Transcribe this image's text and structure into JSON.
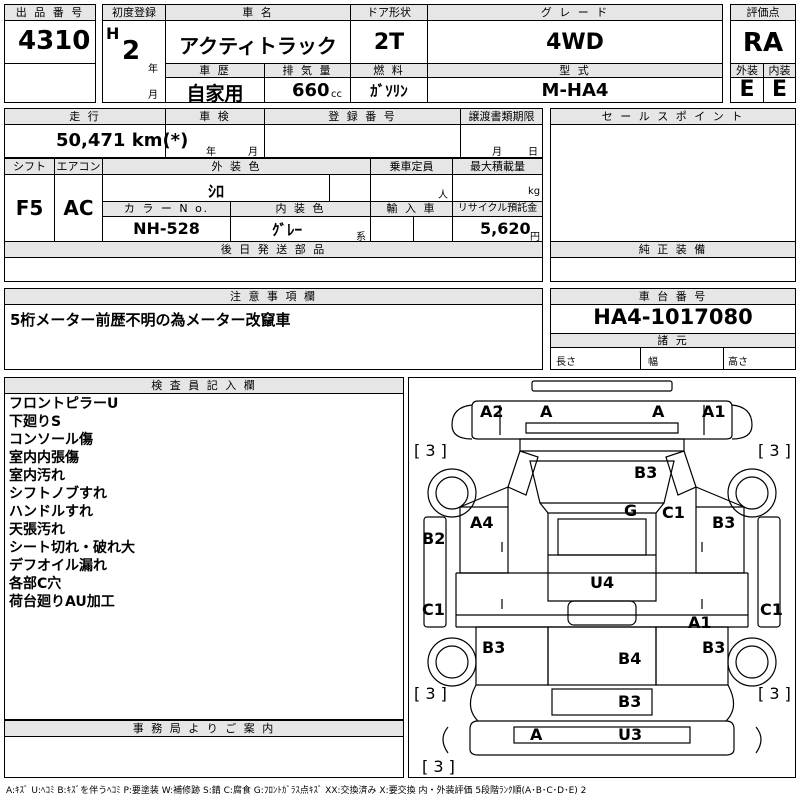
{
  "header": {
    "lot_label": "出 品 番 号",
    "lot_value": "4310",
    "first_reg_label": "初度登録",
    "era": "H",
    "year": "2",
    "year_unit": "年",
    "month_unit": "月",
    "car_name_label": "車 名",
    "car_name": "アクティトラック",
    "door_label": "ドア形状",
    "door": "2T",
    "grade_label": "グ レ ー ド",
    "grade": "4WD",
    "score_label": "評価点",
    "score": "RA",
    "history_label": "車 歴",
    "history": "自家用",
    "displacement_label": "排 気 量",
    "displacement": "660",
    "displacement_unit": "cc",
    "fuel_label": "燃 料",
    "fuel": "ｶﾞｿﾘﾝ",
    "model_label": "型 式",
    "model": "M-HA4",
    "exterior_label": "外装",
    "exterior": "E",
    "interior_label": "内装",
    "interior": "E"
  },
  "row2": {
    "mileage_label": "走 行",
    "mileage": "50,471 km(*)",
    "inspection_label": "車 検",
    "year_unit": "年",
    "month_unit": "月",
    "reg_no_label": "登 録 番 号",
    "transfer_label": "譲渡書類期限",
    "month_unit2": "月",
    "day_unit": "日",
    "sales_point_label": "セ ー ル ス ポ イ ン ト"
  },
  "row3": {
    "shift_label": "シフト",
    "shift": "F5",
    "ac_label": "エアコン",
    "ac": "AC",
    "ext_color_label": "外 装 色",
    "ext_color": "ｼﾛ",
    "capacity_label": "乗車定員",
    "capacity_unit": "人",
    "load_label": "最大積載量",
    "load_unit": "kg",
    "color_no_label": "カ ラ ー N o.",
    "color_no": "NH-528",
    "int_color_label": "内 装 色",
    "int_color": "ｸﾞﾚｰ",
    "int_color_unit": "系",
    "import_label": "輸 入 車",
    "recycle_label": "リサイクル預託金",
    "recycle": "5,620",
    "recycle_unit": "円"
  },
  "later_parts_label": "後 日 発 送 部 品",
  "genuine_label": "純 正 装 備",
  "notes_label": "注 意 事 項 欄",
  "notes_text": "5桁メーター前歴不明の為メーター改竄車",
  "chassis_label": "車 台 番 号",
  "chassis": "HA4-1017080",
  "specs_label": "諸 元",
  "length_label": "長さ",
  "width_label": "幅",
  "height_label": "高さ",
  "inspector_label": "検 査 員 記 入 欄",
  "inspector_notes": [
    "フロントピラーU",
    "下廻りS",
    "コンソール傷",
    "室内内張傷",
    "室内汚れ",
    "シフトノブすれ",
    "ハンドルすれ",
    "天張汚れ",
    "シート切れ・破れ大",
    "デフオイル漏れ",
    "各部C穴",
    "荷台廻りAU加工"
  ],
  "office_label": "事 務 局 よ り ご 案 内",
  "legend": "A:ｷｽﾞ U:ﾍｺﾐ B:ｷｽﾞを伴うﾍｺﾐ P:要塗装 W:補修跡 S:錆 C:腐食 G:ﾌﾛﾝﾄｶﾞﾗｽ点ｷｽﾞ XX:交換済み X:要交換 内・外装評価 5段階ﾗﾝｸ順(A･B･C･D･E) 2",
  "diagram_marks": {
    "a2": "A2",
    "a_fl": "A",
    "a_fr": "A",
    "a1_r": "A1",
    "tire_fl": "[ 3 ]",
    "tire_fr": "[ 3 ]",
    "tire_rl": "[ 3 ]",
    "tire_rr": "[ 3 ]",
    "spare": "[ 3 ]",
    "b3_roof": "B3",
    "g": "G",
    "c1_r": "C1",
    "a4": "A4",
    "b3_rdoor": "B3",
    "b2": "B2",
    "c1_lsill": "C1",
    "u4": "U4",
    "c1_rsill": "C1",
    "a1_bed": "A1",
    "b3_lbed": "B3",
    "b4": "B4",
    "b3_rbed": "B3",
    "b3_tail": "B3",
    "a_rear": "A",
    "u3": "U3"
  }
}
